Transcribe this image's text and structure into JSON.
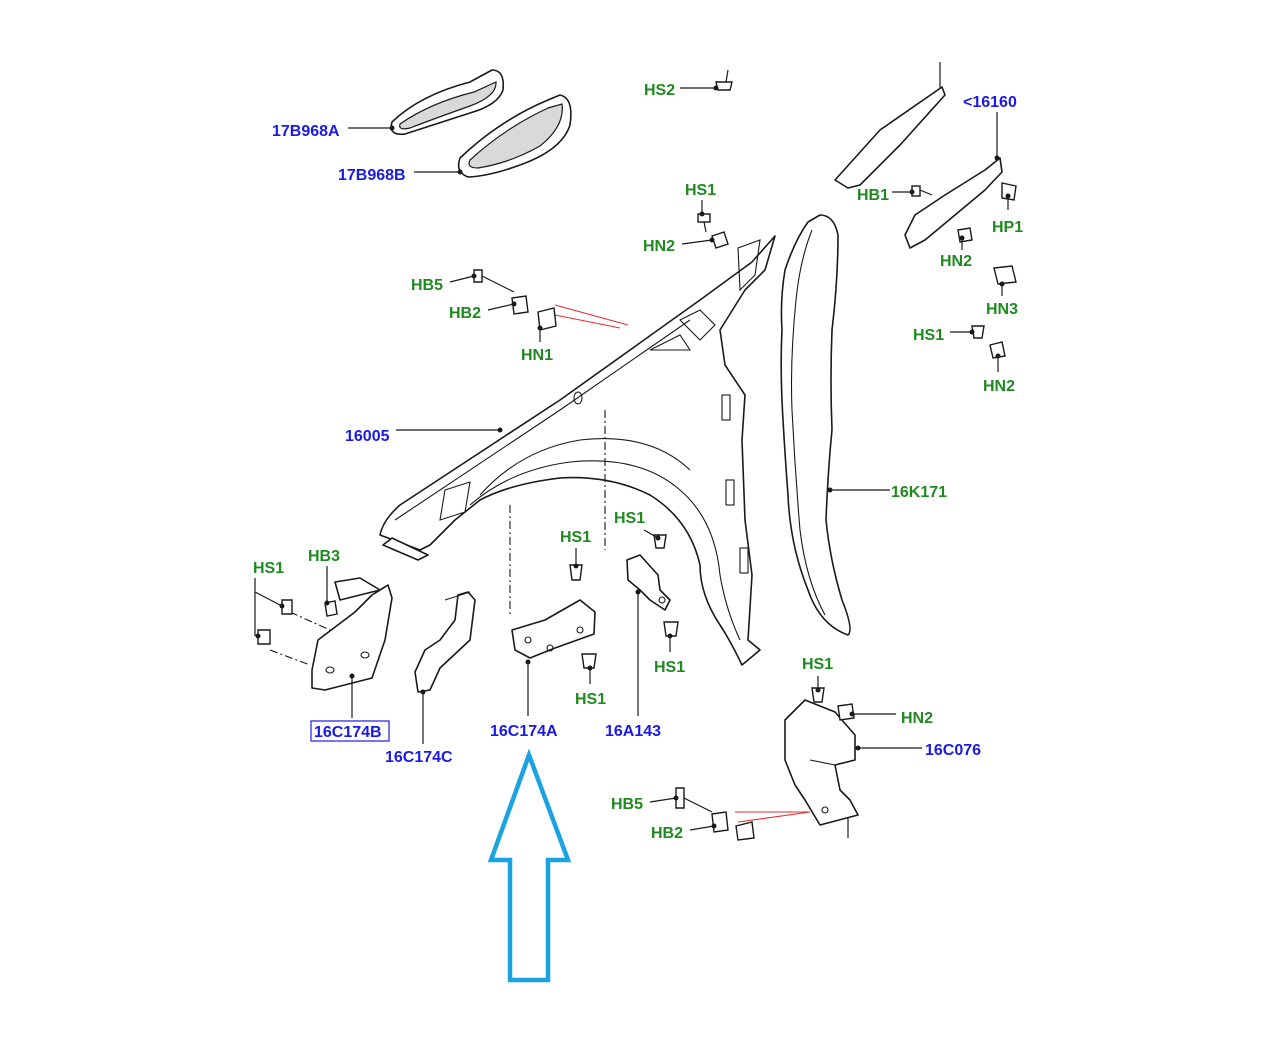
{
  "colors": {
    "part_label": "#1a1ae6",
    "fastener_label": "#1f8a1f",
    "arrow": "#1aa3e0",
    "reference_line": "#e03030"
  },
  "labels": {
    "p17B968A": "17B968A",
    "p17B968B": "17B968B",
    "hs2": "HS2",
    "p16160": "<16160",
    "hb1": "HB1",
    "hp1": "HP1",
    "hn2_top": "HN2",
    "hn3": "HN3",
    "hs1_right": "HS1",
    "hn2_right": "HN2",
    "hs1_top": "HS1",
    "hn2_mid": "HN2",
    "hb5_top": "HB5",
    "hb2_top": "HB2",
    "hn1": "HN1",
    "p16005": "16005",
    "p16K171": "16K171",
    "hs1_left": "HS1",
    "hb3": "HB3",
    "p16C174B": "16C174B",
    "p16C174C": "16C174C",
    "hs1_center": "HS1",
    "p16C174A": "16C174A",
    "hs1_center_bottom": "HS1",
    "hs1_bracket_top": "HS1",
    "hs1_bracket_bottom": "HS1",
    "p16A143": "16A143",
    "hs1_lower": "HS1",
    "hn2_lower": "HN2",
    "p16C076": "16C076",
    "hb5_bottom": "HB5",
    "hb2_bottom": "HB2"
  }
}
